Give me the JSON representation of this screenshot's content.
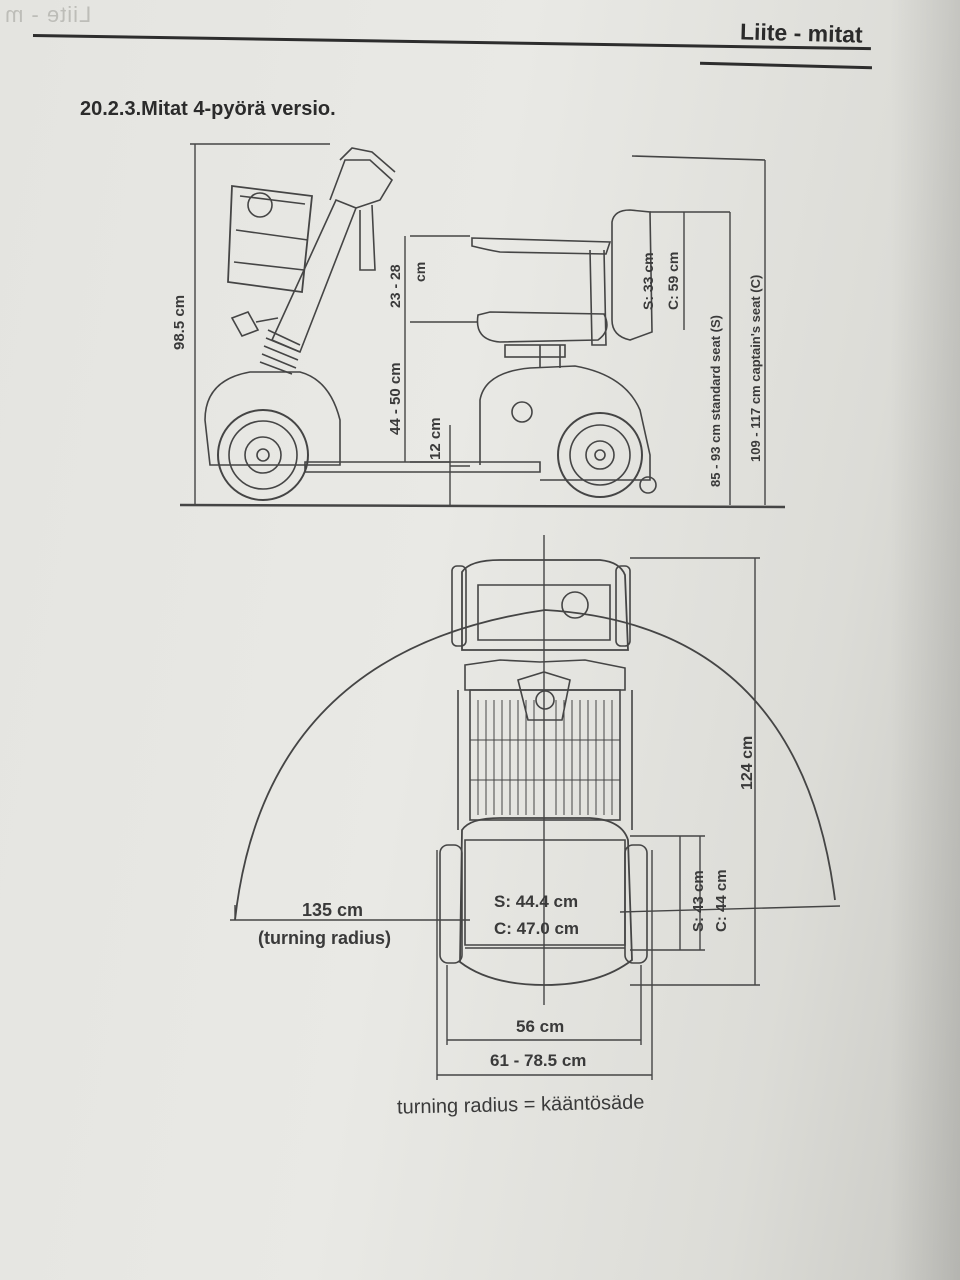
{
  "header": {
    "bleed_text": "Liite - m",
    "title": "Liite - mitat"
  },
  "section": {
    "title": "20.2.3.Mitat 4-pyörä versio."
  },
  "side_view": {
    "height_total": "98.5 cm",
    "backrest_range_1": "23 - 28",
    "backrest_range_2": "cm",
    "seat_height": "44 - 50 cm",
    "ground_clearance": "12 cm",
    "seat_back_standard": "S: 33 cm",
    "seat_back_captain": "C: 59 cm",
    "height_standard_seat": "85 - 93 cm standard seat (S)",
    "height_captain_seat": "109 - 117 cm captain's seat (C)"
  },
  "top_view": {
    "length": "124 cm",
    "turning_radius_value": "135 cm",
    "turning_radius_label": "(turning radius)",
    "seat_width_standard": "S: 44.4 cm",
    "seat_width_captain": "C: 47.0 cm",
    "seat_depth_standard": "S: 43 cm",
    "seat_depth_captain": "C: 44 cm",
    "wheelbase_width": "56 cm",
    "overall_width": "61 - 78.5 cm"
  },
  "caption": "turning radius = kääntösäde"
}
